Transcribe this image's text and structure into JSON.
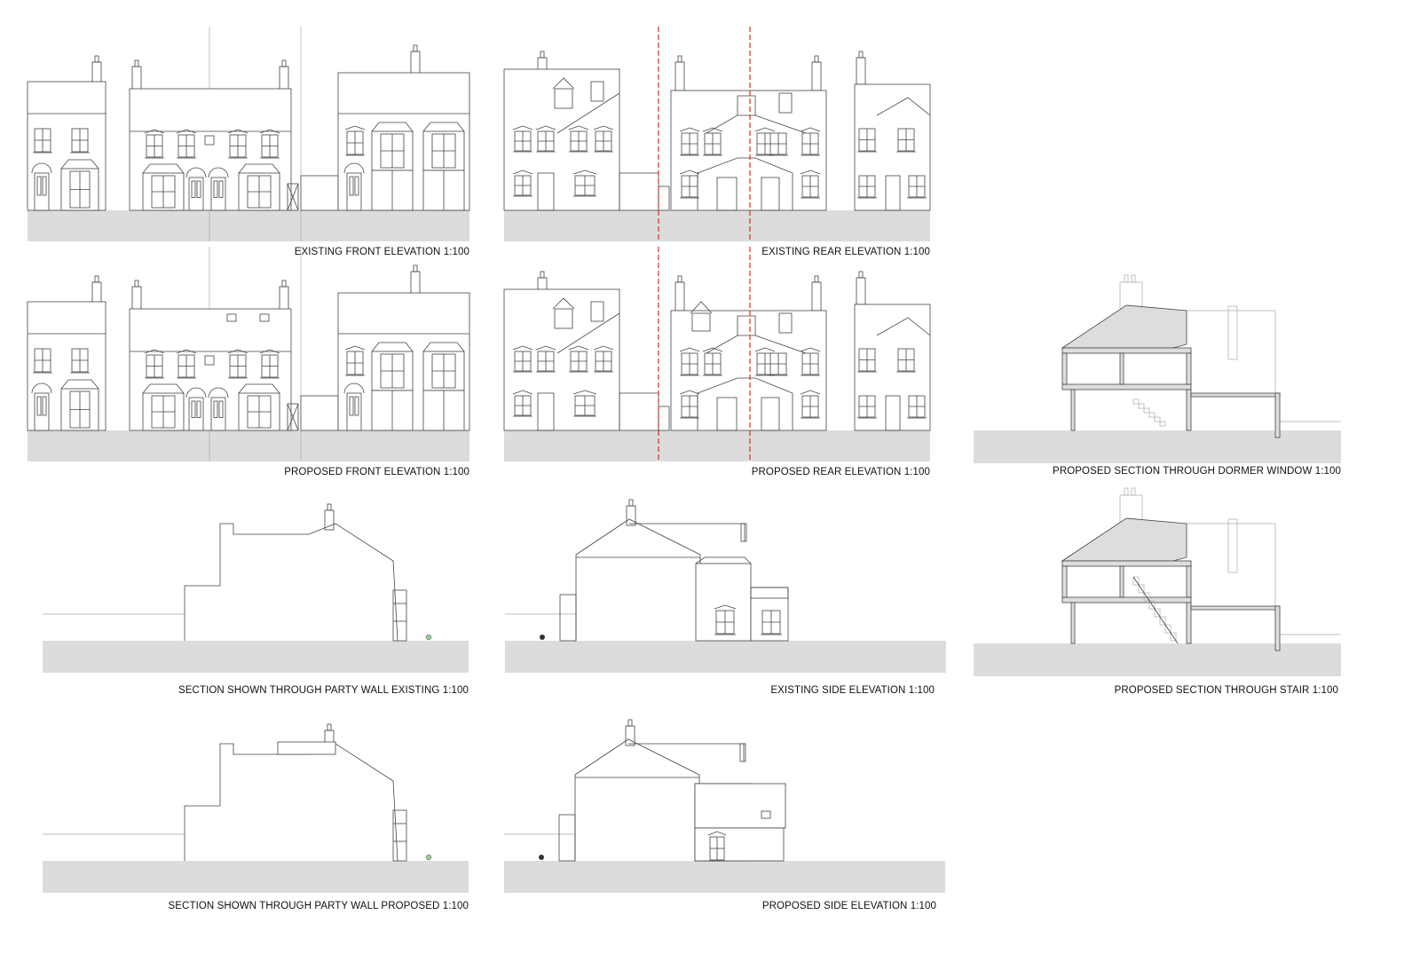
{
  "sheet": {
    "drawings": [
      {
        "id": "existing-front",
        "title": "EXISTING FRONT ELEVATION 1:100"
      },
      {
        "id": "existing-rear",
        "title": "EXISTING REAR ELEVATION 1:100"
      },
      {
        "id": "proposed-front",
        "title": "PROPOSED FRONT ELEVATION 1:100"
      },
      {
        "id": "proposed-rear",
        "title": "PROPOSED REAR ELEVATION 1:100"
      },
      {
        "id": "section-dormer",
        "title": "PROPOSED SECTION THROUGH DORMER WINDOW 1:100"
      },
      {
        "id": "party-wall-existing",
        "title": "SECTION SHOWN THROUGH PARTY WALL EXISTING 1:100"
      },
      {
        "id": "existing-side",
        "title": "EXISTING SIDE ELEVATION 1:100"
      },
      {
        "id": "section-stair",
        "title": "PROPOSED SECTION THROUGH STAIR 1:100"
      },
      {
        "id": "party-wall-proposed",
        "title": "SECTION SHOWN THROUGH PARTY WALL PROPOSED 1:100"
      },
      {
        "id": "proposed-side",
        "title": "PROPOSED SIDE ELEVATION 1:100"
      }
    ]
  },
  "colors": {
    "ground": "#dcdcdc",
    "line": "#444444",
    "boundary": "#d0302a"
  }
}
